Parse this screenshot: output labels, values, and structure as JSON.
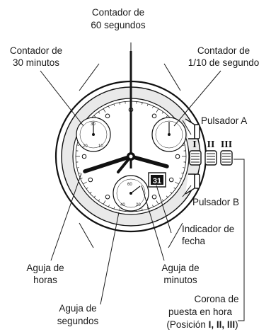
{
  "labels": {
    "c60_1": "Contador de",
    "c60_2": "60 segundos",
    "c30_1": "Contador de",
    "c30_2": "30 minutos",
    "c10_1": "Contador de",
    "c10_2": "1/10 de segundo",
    "pulsador_a": "Pulsador A",
    "pulsador_b": "Pulsador B",
    "indicador_1": "Indicador de",
    "indicador_2": "fecha",
    "horas_1": "Aguja de",
    "horas_2": "horas",
    "minutos_1": "Aguja de",
    "minutos_2": "minutos",
    "segundos_1": "Aguja de",
    "segundos_2": "segundos",
    "corona_1": "Corona de",
    "corona_2": "puesta en hora",
    "corona_3_open": "(Posición ",
    "corona_3_bold": "I, II, III",
    "corona_3_close": ")"
  },
  "positions": [
    "I",
    "II",
    "III"
  ],
  "dial": {
    "date": "31",
    "sub30_ticks": [
      "30",
      "20",
      "10"
    ],
    "sub_bottom_ticks": [
      "60",
      "40",
      "20"
    ]
  }
}
